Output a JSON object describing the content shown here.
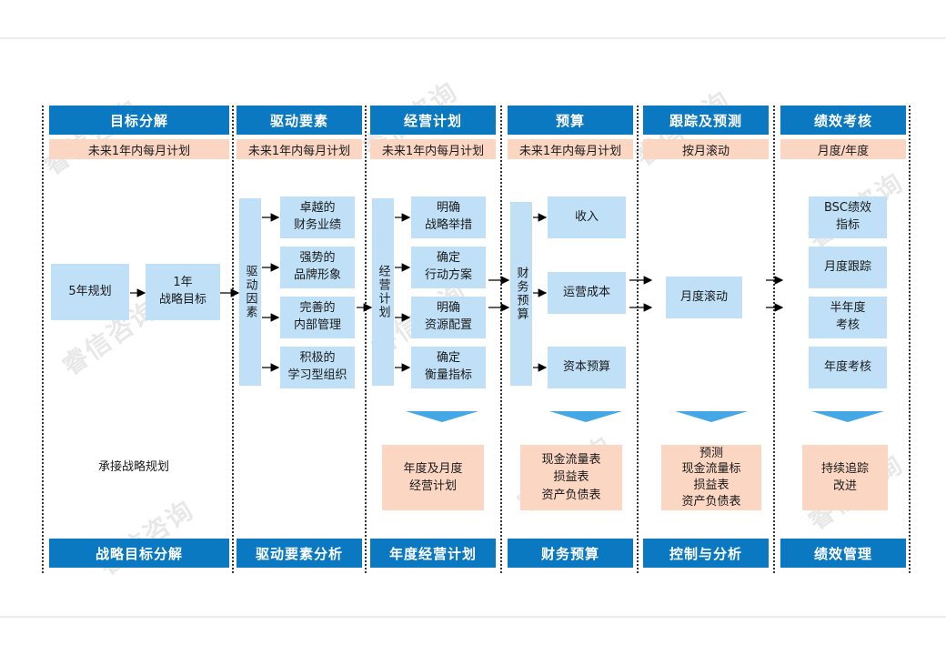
{
  "columns": [
    {
      "header": "目标分解",
      "subheader": "未来1年内每月计划",
      "footer": "战略目标分解"
    },
    {
      "header": "驱动要素",
      "subheader": "未来1年内每月计划",
      "footer": "驱动要素分析"
    },
    {
      "header": "经营计划",
      "subheader": "未来1年内每月计划",
      "footer": "年度经营计划"
    },
    {
      "header": "预算",
      "subheader": "未来1年内每月计划",
      "footer": "财务预算"
    },
    {
      "header": "跟踪及预测",
      "subheader": "按月滚动",
      "footer": "控制与分析"
    },
    {
      "header": "绩效考核",
      "subheader": "月度/年度",
      "footer": "绩效管理"
    }
  ],
  "target": {
    "plan5": "5年规划",
    "goal1": "1年\n战略目标",
    "note": "承接战略规划"
  },
  "drivers": {
    "vertical": "驱动因素",
    "items": [
      "卓越的\n财务业绩",
      "强势的\n品牌形象",
      "完善的\n内部管理",
      "积极的\n学习型组织"
    ]
  },
  "business": {
    "vertical": "经营计划",
    "items": [
      "明确\n战略举措",
      "确定\n行动方案",
      "明确\n资源配置",
      "确定\n衡量指标"
    ],
    "output": "年度及月度\n经营计划"
  },
  "budget": {
    "vertical": "财务预算",
    "items": [
      "收入",
      "运营成本",
      "资本预算"
    ],
    "output": "现金流量表\n损益表\n资产负债表"
  },
  "tracking": {
    "item": "月度滚动",
    "output": "预测\n现金流量标\n损益表\n资产负债表"
  },
  "performance": {
    "items": [
      "BSC绩效\n指标",
      "月度跟踪",
      "半年度\n考核",
      "年度考核"
    ],
    "output": "持续追踪\n改进"
  },
  "watermark": "睿信咨询",
  "colors": {
    "header_blue": "#0b78c2",
    "light_blue": "#bfe0f6",
    "peach": "#fbd6c3",
    "triangle_blue": "#44a7e6"
  }
}
